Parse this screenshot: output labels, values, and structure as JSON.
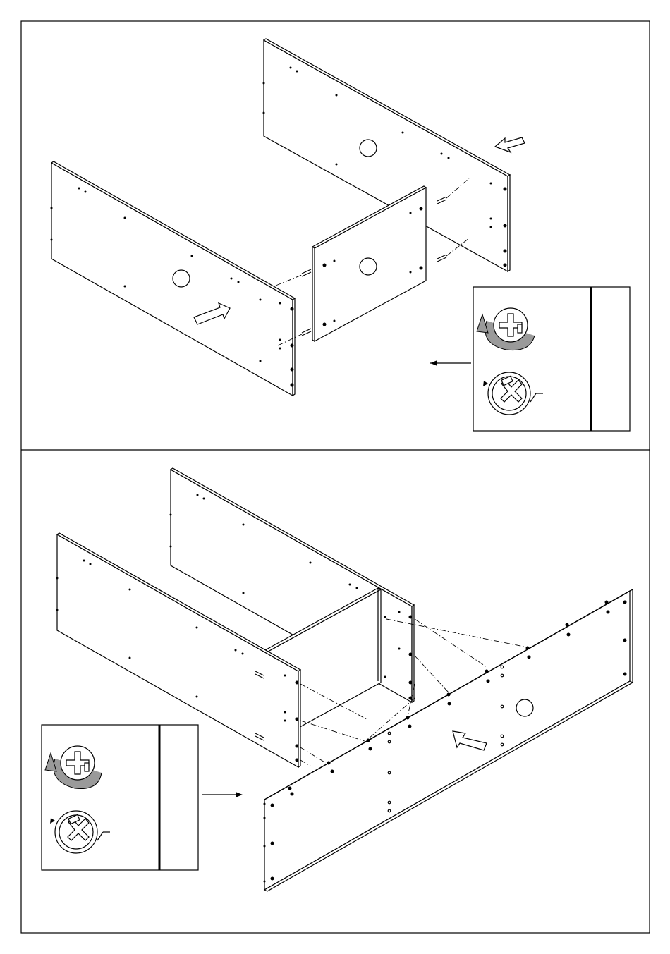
{
  "document": {
    "type": "assembly-instructions",
    "steps": [
      {
        "id": "step-a",
        "parts": [
          "back-panel",
          "left-side-panel",
          "center-divider"
        ],
        "inset": "cam-lock-tightening"
      },
      {
        "id": "step-b",
        "parts": [
          "left-side-panel",
          "back-panel",
          "divider",
          "front-panel"
        ],
        "inset": "cam-lock-tightening"
      }
    ],
    "inset": {
      "rotation_steps": 2
    },
    "colors": {
      "line": "#000000",
      "background": "#ffffff",
      "arrow_fill": "#9a9a9a"
    }
  }
}
